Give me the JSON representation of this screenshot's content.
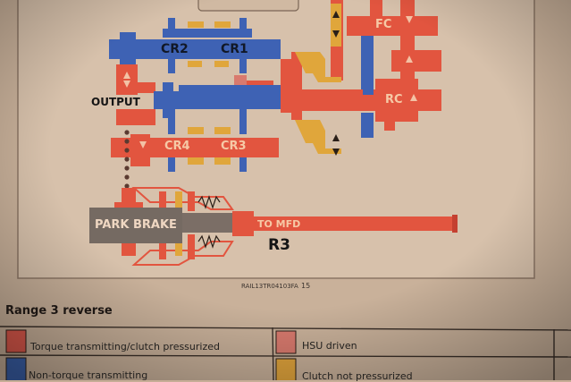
{
  "diagram": {
    "components": {
      "cr2": "CR2",
      "cr1": "CR1",
      "cr4": "CR4",
      "cr3": "CR3",
      "fc": "FC",
      "rc": "RC",
      "output": "OUTPUT",
      "park_brake": "PARK BRAKE",
      "to_mfd": "TO MFD"
    },
    "range_label": "R3",
    "figure_code": "RAIL13TR04103FA",
    "page_number": "15"
  },
  "section_title": "Range 3 reverse",
  "legend": [
    {
      "label": "Torque transmitting/clutch pressurized",
      "color": "#df5a4c"
    },
    {
      "label": "HSU driven",
      "color": "#d97a6e"
    },
    {
      "label": "Non-torque transmitting",
      "color": "#3c63ae"
    },
    {
      "label": "Clutch not pressurized",
      "color": "#e1a43c"
    }
  ],
  "colors": {
    "torque": "#e2553f",
    "hsu": "#d97a6e",
    "non_torque": "#3e62b4",
    "clutch_not_pressurized": "#e0a63b",
    "park_brake_gray": "#756a62"
  }
}
